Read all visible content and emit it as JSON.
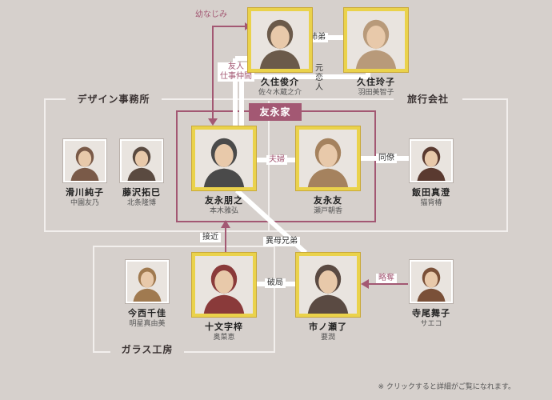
{
  "groups": {
    "design_office": "デザイン事務所",
    "travel_agency": "旅行会社",
    "glass_studio": "ガラス工房",
    "tomonaga_family": "友永家"
  },
  "relations": {
    "childhood_friend": "幼なじみ",
    "friend_colleague": [
      "友人",
      "仕事仲間"
    ],
    "siblings": "姉弟",
    "ex_lover": [
      "元",
      "恋",
      "人"
    ],
    "married": "夫婦",
    "coworker": "同僚",
    "half_brothers": "異母兄弟",
    "approach": "接近",
    "ruin": "破局",
    "plunder": "略奪"
  },
  "people": {
    "shunsuke": {
      "name": "久住俊介",
      "actor": "佐々木蔵之介",
      "color": "#6b5a4a"
    },
    "reiko": {
      "name": "久住玲子",
      "actor": "羽田美智子",
      "color": "#b89a7a"
    },
    "akiyuki": {
      "name": "友永朋之",
      "actor": "本木雅弘",
      "color": "#4a4a4a"
    },
    "tomo": {
      "name": "友永友",
      "actor": "瀬戸朝香",
      "color": "#a5825e"
    },
    "junko": {
      "name": "滑川純子",
      "actor": "中園友乃",
      "color": "#7a5a48"
    },
    "takumi": {
      "name": "藤沢拓巳",
      "actor": "北条隆博",
      "color": "#5a4a40"
    },
    "masumi": {
      "name": "飯田真澄",
      "actor": "猫背椿",
      "color": "#5a3a30"
    },
    "chika": {
      "name": "今西千佳",
      "actor": "明星真由美",
      "color": "#a07a50"
    },
    "azusa": {
      "name": "十文字梓",
      "actor": "奥菜恵",
      "color": "#8a3a3a"
    },
    "ryo": {
      "name": "市ノ瀬了",
      "actor": "要潤",
      "color": "#5a4a42"
    },
    "maiko": {
      "name": "寺尾舞子",
      "actor": "サエコ",
      "color": "#7a5038"
    }
  },
  "footnote": "※ クリックすると詳細がご覧になれます。"
}
